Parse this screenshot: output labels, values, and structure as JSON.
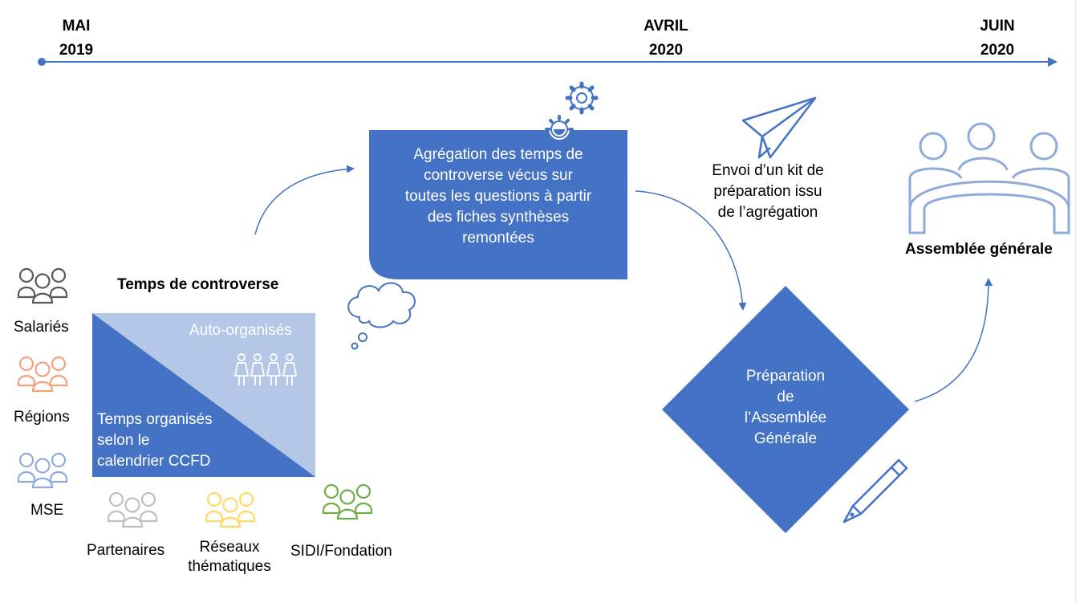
{
  "timeline": {
    "start": "MAI\n2019",
    "middle": "AVRIL\n2020",
    "end": "JUIN\n2020"
  },
  "aggregation": {
    "text": "Agrégation des temps de\ncontroverse vécus sur\ntoutes les questions à partir\ndes fiches synthèses\nremontées"
  },
  "send_kit": {
    "text": "Envoi d’un kit de\npréparation issu\nde l’agrégation"
  },
  "assembly": {
    "title": "Assemblée générale"
  },
  "controversy": {
    "title": "Temps de controverse",
    "self_organized": "Auto-organisés",
    "organized": "Temps organisés\nselon le\ncalendrier CCFD"
  },
  "preparation": {
    "text": "Préparation\nde\nl’Assemblée\nGénérale"
  },
  "stakeholders": [
    {
      "label": "Salariés",
      "color": "#595959"
    },
    {
      "label": "Régions",
      "color": "#f4a27a"
    },
    {
      "label": "MSE",
      "color": "#8faadc"
    },
    {
      "label": "Partenaires",
      "color": "#bfbfbf"
    },
    {
      "label": "Réseaux\nthématiques",
      "color": "#ffd966"
    },
    {
      "label": "SIDI/Fondation",
      "color": "#70ad47"
    }
  ],
  "colors": {
    "primary_blue": "#4472c4",
    "light_blue": "#b4c7e7",
    "icon_outline": "#4472c4"
  }
}
